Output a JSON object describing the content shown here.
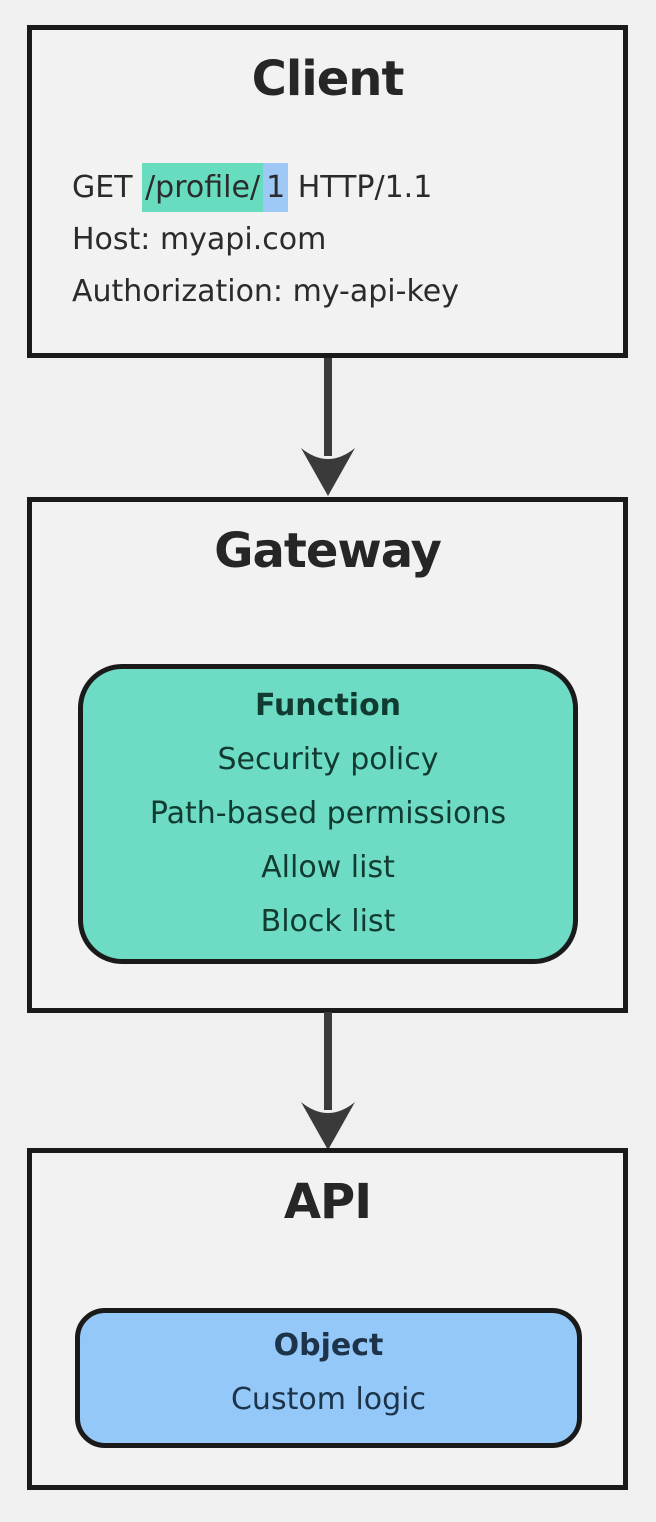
{
  "diagram": {
    "type": "flowchart-vertical",
    "colors": {
      "background": "#f0f0f0",
      "node_fill": "#f2f2f2",
      "node_border": "#1a1a1a",
      "arrow": "#3a3a3a",
      "function_box_fill": "#6edcc4",
      "function_box_text": "#113b31",
      "object_box_fill": "#93c8f9",
      "object_box_text": "#1c3349",
      "highlight_teal": "#68dcbf",
      "highlight_blue": "#9ec9f7"
    }
  },
  "client": {
    "title": "Client",
    "request": {
      "method": "GET ",
      "path": "/profile/",
      "id": "1",
      "protocol": " HTTP/1.1"
    },
    "host_line": "Host: myapi.com",
    "auth_line": "Authorization: my-api-key"
  },
  "gateway": {
    "title": "Gateway",
    "function_box": {
      "title": "Function",
      "items": [
        "Security policy",
        "Path-based permissions",
        "Allow list",
        "Block list"
      ]
    }
  },
  "api": {
    "title": "API",
    "object_box": {
      "title": "Object",
      "items": [
        "Custom logic"
      ]
    }
  }
}
